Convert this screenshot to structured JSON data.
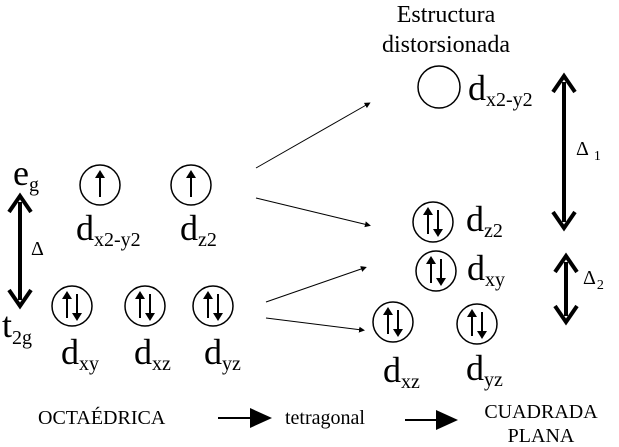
{
  "title": {
    "line1": "Estructura",
    "line2": "distorsionada"
  },
  "labels": {
    "eg_main": "e",
    "eg_sub": "g",
    "t2g_main": "t",
    "t2g_sub": "2g",
    "delta": "Δ",
    "delta1_main": "Δ",
    "delta1_sub": "1",
    "delta2_main": "Δ",
    "delta2_sub": "2",
    "d": "d"
  },
  "orbitals": {
    "oct_eg_1": {
      "main": "d",
      "sub": "x2-y2",
      "electrons": "up"
    },
    "oct_eg_2": {
      "main": "d",
      "sub": "z2",
      "electrons": "up"
    },
    "oct_t2g_1": {
      "main": "d",
      "sub": "xy",
      "electrons": "pair"
    },
    "oct_t2g_2": {
      "main": "d",
      "sub": "xz",
      "electrons": "pair"
    },
    "oct_t2g_3": {
      "main": "d",
      "sub": "yz",
      "electrons": "pair"
    },
    "dist_1": {
      "main": "d",
      "sub": "x2-y2",
      "electrons": "empty"
    },
    "dist_2": {
      "main": "d",
      "sub": "z2",
      "electrons": "pair"
    },
    "dist_3": {
      "main": "d",
      "sub": "xy",
      "electrons": "pair"
    },
    "dist_4": {
      "main": "d",
      "sub": "xz",
      "electrons": "pair"
    },
    "dist_5": {
      "main": "d",
      "sub": "yz",
      "electrons": "pair"
    }
  },
  "bottom": {
    "octaedrica": "OCTAÉDRICA",
    "tetragonal": "tetragonal",
    "cuadrada": "CUADRADA",
    "plana": "PLANA"
  }
}
